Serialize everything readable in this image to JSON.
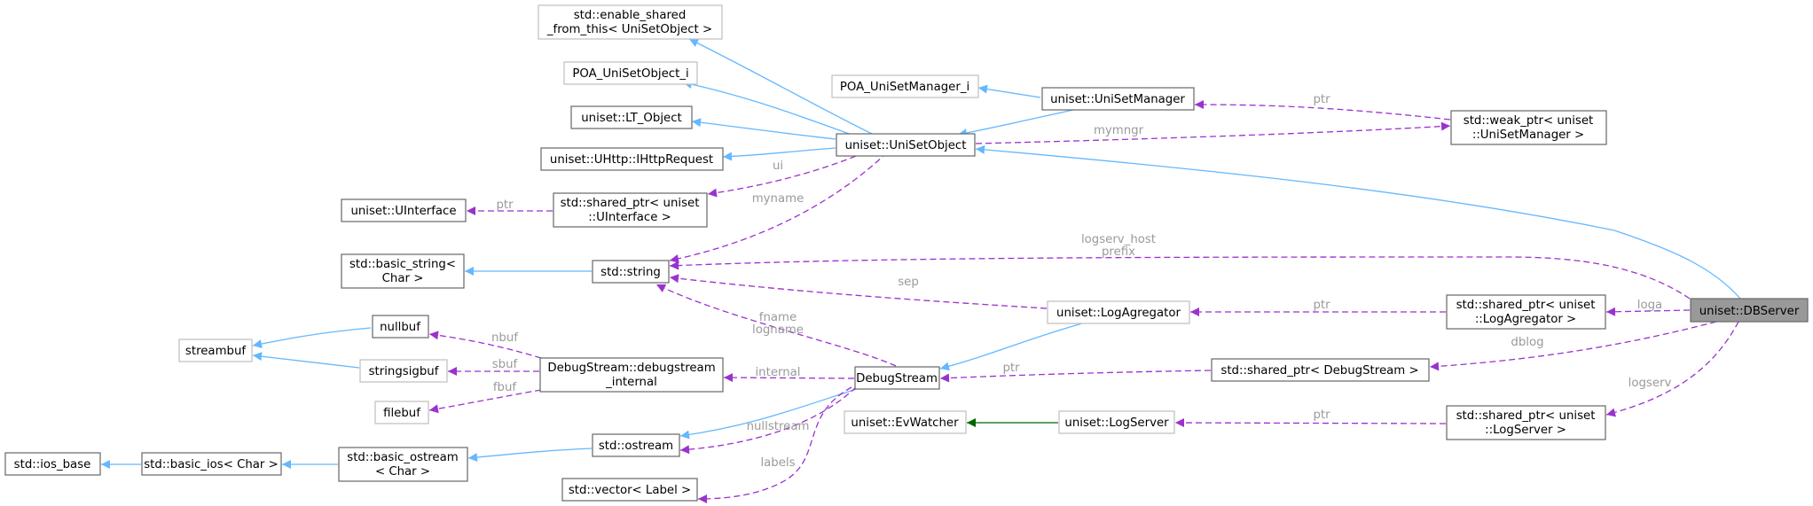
{
  "diagram": {
    "nodes": {
      "dbserver": "uniset::DBServer",
      "enable_shared": [
        "std::enable_shared",
        "_from_this< UniSetObject >"
      ],
      "poa_obj": "POA_UniSetObject_i",
      "lt_object": "uniset::LT_Object",
      "uhttp": "uniset::UHttp::IHttpRequest",
      "unisetobject": "uniset::UniSetObject",
      "poa_mgr": "POA_UniSetManager_i",
      "unisetmanager": "uniset::UniSetManager",
      "weak_ptr": [
        "std::weak_ptr< uniset",
        "::UniSetManager >"
      ],
      "uinterface": "uniset::UInterface",
      "sp_uinterface": [
        "std::shared_ptr< uniset",
        "::UInterface >"
      ],
      "basic_string": [
        "std::basic_string<",
        "Char >"
      ],
      "string": "std::string",
      "logagregator": "uniset::LogAgregator",
      "sp_logagregator": [
        "std::shared_ptr< uniset",
        "::LogAgregator >"
      ],
      "nullbuf": "nullbuf",
      "streambuf": "streambuf",
      "stringsigbuf": "stringsigbuf",
      "filebuf": "filebuf",
      "ds_internal": [
        "DebugStream::debugstream",
        "_internal"
      ],
      "debugstream": "DebugStream",
      "sp_debugstream": "std::shared_ptr< DebugStream >",
      "evwatcher": "uniset::EvWatcher",
      "logserver": "uniset::LogServer",
      "sp_logserver": [
        "std::shared_ptr< uniset",
        "::LogServer >"
      ],
      "ios_base": "std::ios_base",
      "basic_ios": "std::basic_ios< Char >",
      "basic_ostream": [
        "std::basic_ostream",
        "< Char >"
      ],
      "ostream": "std::ostream",
      "vector": "std::vector< Label >"
    },
    "edge_labels": {
      "ptr_mgr": "ptr",
      "mymngr": "mymngr",
      "ui": "ui",
      "ptr_ui": "ptr",
      "myname": "myname",
      "logserv_host": [
        "logserv_host",
        "prefix"
      ],
      "sep": "sep",
      "ptr_agr": "ptr",
      "loga": "loga",
      "fname": [
        "fname",
        "logname"
      ],
      "nbuf": "nbuf",
      "sbuf": "sbuf",
      "fbuf": "fbuf",
      "internal": "internal",
      "ptr_ds": "ptr",
      "dblog": "dblog",
      "logserv": "logserv",
      "ptr_ls": "ptr",
      "nullstream": "nullstream",
      "labels": "labels"
    },
    "colors": {
      "inheritance": "#63b8ff",
      "usage": "#9a32cd",
      "public_green": "#006400",
      "highlight_fill": "#999999"
    }
  }
}
